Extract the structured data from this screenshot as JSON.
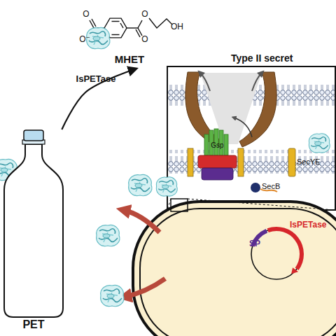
{
  "diagram": {
    "nodes": [
      {
        "text": [
          "MHET"
        ]
      },
      {
        "text": [
          "Type II secret"
        ]
      },
      {
        "text": [
          "Gsp"
        ],
        "in": 1
      },
      {
        "text": [
          "SecYE"
        ],
        "in": 1
      },
      {
        "text": [
          "SecB"
        ],
        "in": 1
      },
      {
        "text": [
          "IsPETase",
          "SP"
        ]
      },
      {
        "text": [
          "PET"
        ]
      }
    ],
    "edges": [
      {
        "from": 6,
        "to": 0,
        "arrow": "to",
        "label": "IsPETase"
      }
    ],
    "labels": [
      "O",
      "O⁻",
      "O",
      "O",
      "OH"
    ]
  }
}
